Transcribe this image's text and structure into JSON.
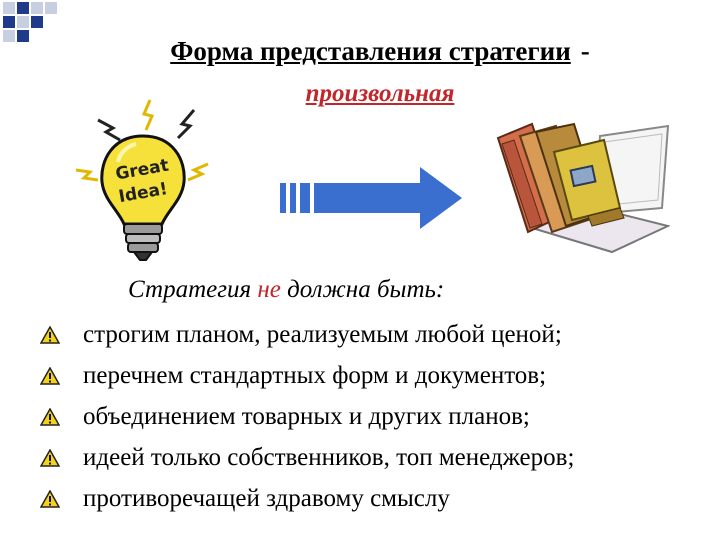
{
  "title": {
    "line1": "Форма представления стратегии",
    "dash": "-",
    "line2": "произвольная"
  },
  "illustrations": {
    "bulb_text_top": "Great",
    "bulb_text_bottom": "Idea!"
  },
  "colors": {
    "accent_red": "#c0262a",
    "arrow_blue": "#3a6fd0",
    "bulb_yellow": "#f6e13a"
  },
  "intro": {
    "before": "Стратегия ",
    "negation": "не",
    "after": " должна быть:"
  },
  "bullets": [
    "строгим планом, реализуемым любой ценой;",
    "перечнем стандартных форм и документов;",
    "объединением товарных и других планов;",
    "идеей только собственников, топ менеджеров;",
    "противоречащей здравому смыслу"
  ],
  "icons": {
    "bullet": "warning-icon"
  }
}
